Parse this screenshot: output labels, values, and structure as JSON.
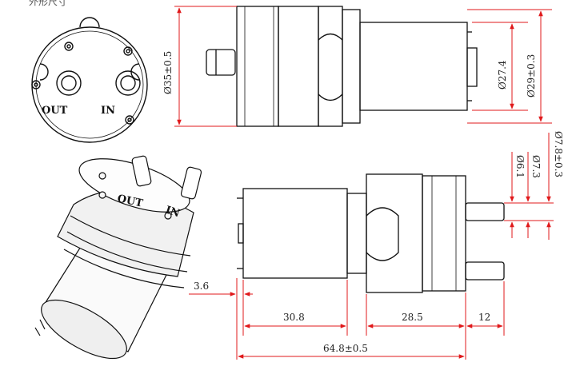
{
  "header_fragment": "外形尺寸",
  "colors": {
    "dimension_line": "#e0191b",
    "outline": "#111111"
  },
  "end_view": {
    "label_out": "OUT",
    "label_in": "IN"
  },
  "photo": {
    "label_out": "OUT",
    "label_in": "IN"
  },
  "top_view_dimensions": {
    "body_diameter": "Ø35±0.5",
    "motor_diameter": "Ø27.4",
    "outer_diameter": "Ø29±0.3"
  },
  "side_view_dimensions": {
    "outlet_outer": "Ø7.8±0.3",
    "outlet_mid": "Ø7.3",
    "outlet_inner": "Ø6.1",
    "terminal_offset": "3.6",
    "motor_length": "30.8",
    "pump_head_length": "28.5",
    "nozzle_length": "12",
    "overall_length": "64.8±0.5"
  }
}
